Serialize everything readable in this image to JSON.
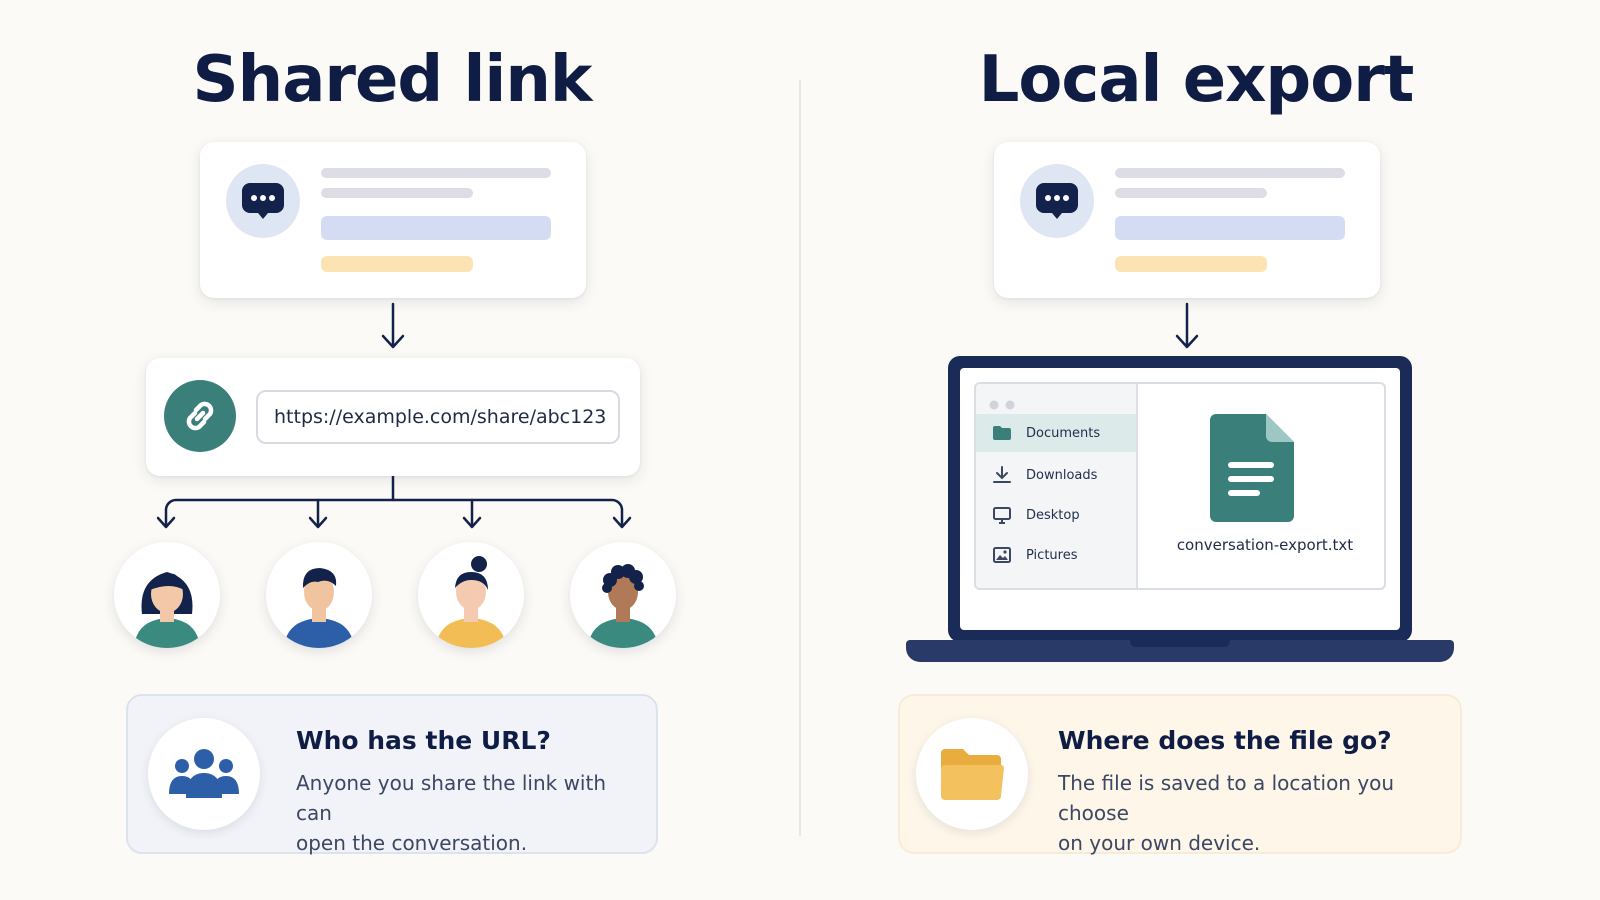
{
  "left": {
    "title": "Shared link",
    "url": "https://example.com/share/abc123",
    "info_heading": "Who has the URL?",
    "info_text_line1": "Anyone you share the link with can",
    "info_text_line2": "open the conversation."
  },
  "right": {
    "title": "Local export",
    "sidebar_items": [
      "Documents",
      "Downloads",
      "Desktop",
      "Pictures"
    ],
    "file_name": "conversation-export.txt",
    "info_heading": "Where does the file go?",
    "info_text_line1": "The file is saved to a location you choose",
    "info_text_line2": "on your own device."
  },
  "colors": {
    "navy": "#0f1d45",
    "teal": "#3b7f7b",
    "folder_yellow": "#f3c25e",
    "avatar_blue_shirt": "#2d5fa8",
    "avatar_yellow_shirt": "#f2bd55",
    "avatar_teal_shirt": "#3b8a80"
  },
  "icons": {
    "chat": "chat-bubble-icon",
    "link": "link-icon",
    "people": "people-group-icon",
    "folder": "folder-icon",
    "document": "document-file-icon"
  }
}
